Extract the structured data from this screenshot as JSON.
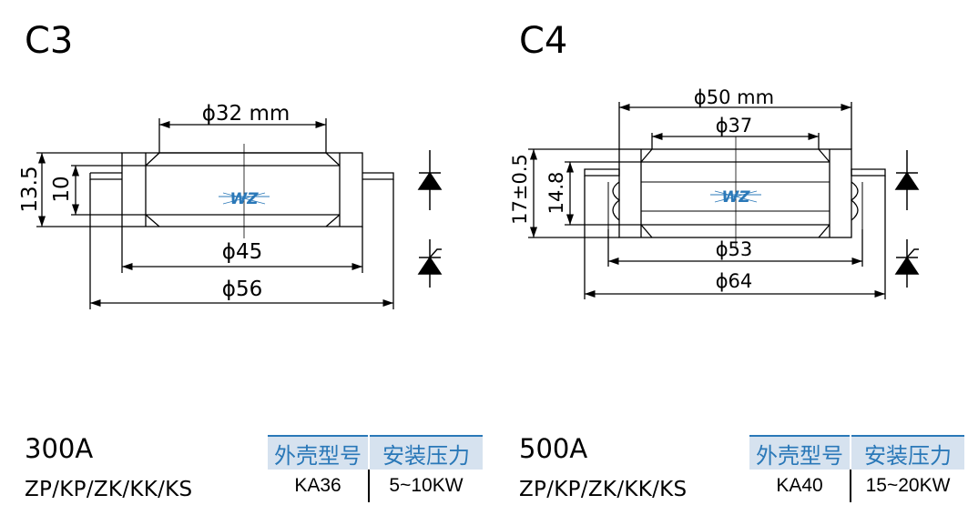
{
  "left": {
    "title": "C3",
    "dims": {
      "inner_top": "ϕ32 mm",
      "outer_face": "ϕ45",
      "flange": "ϕ56",
      "height_outer": "13.5",
      "height_inner": "10"
    },
    "rating": "300A",
    "series": "ZP/KP/ZK/KK/KS",
    "table": {
      "headers": [
        "外壳型号",
        "安装压力"
      ],
      "row": [
        "KA36",
        "5~10KW"
      ]
    }
  },
  "right": {
    "title": "C4",
    "dims": {
      "outer_top": "ϕ50 mm",
      "inner_top": "ϕ37",
      "outer_face": "ϕ53",
      "flange": "ϕ64",
      "height_outer": "17±0.5",
      "height_inner": "14.8"
    },
    "rating": "500A",
    "series": "ZP/KP/ZK/KK/KS",
    "table": {
      "headers": [
        "外壳型号",
        "安装压力"
      ],
      "row": [
        "KA40",
        "15~20KW"
      ]
    }
  },
  "logo_text": "WZ",
  "colors": {
    "table_header_bg": "#d6e2ef",
    "table_header_text": "#2a78b8",
    "logo_blue": "#2a78b8"
  },
  "icons": [
    "diode-symbol-icon",
    "thyristor-symbol-icon"
  ]
}
